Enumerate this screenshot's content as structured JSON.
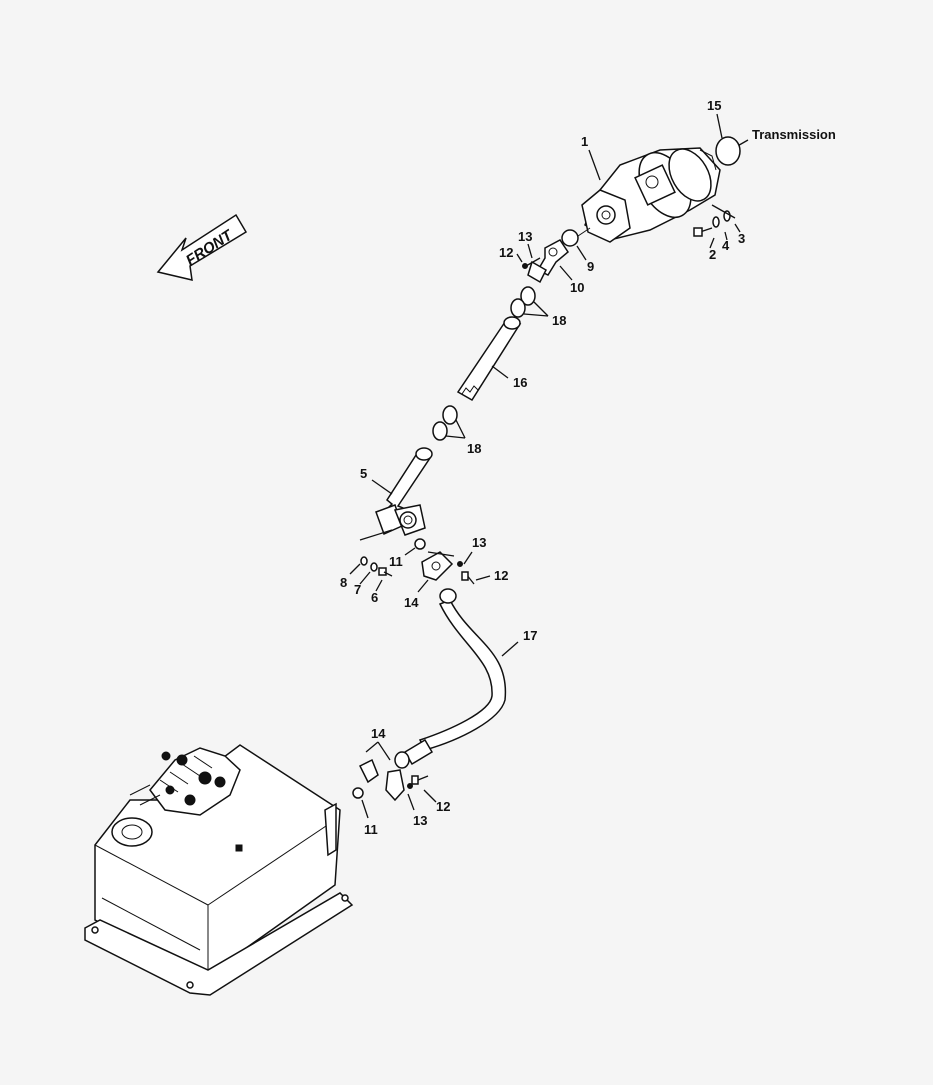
{
  "diagram": {
    "front_label": "FRONT",
    "transmission_label": "Transmission",
    "callouts": [
      "1",
      "2",
      "3",
      "4",
      "15",
      "9",
      "10",
      "12",
      "13",
      "18",
      "16",
      "18",
      "5",
      "11",
      "8",
      "7",
      "6",
      "14",
      "13",
      "12",
      "17",
      "14",
      "11",
      "13",
      "12"
    ]
  }
}
